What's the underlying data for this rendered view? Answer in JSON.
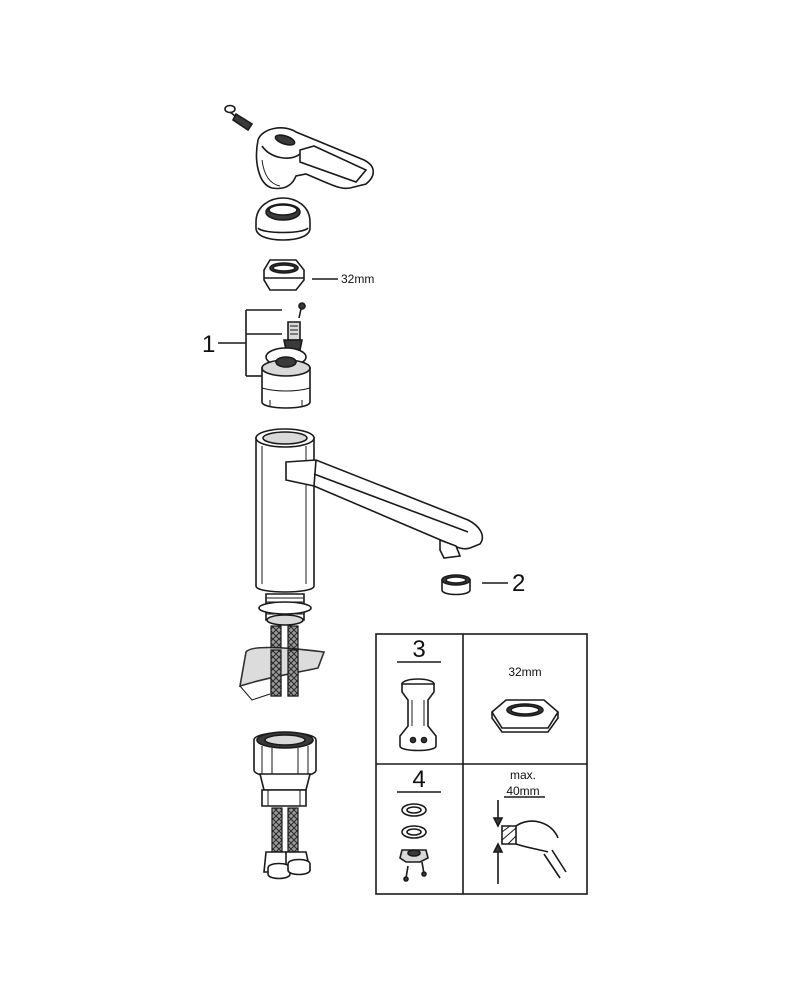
{
  "callouts": {
    "cartridge": "1",
    "aerator": "2",
    "box3": "3",
    "box4": "4"
  },
  "dimensions": {
    "nut_size_main": "32mm",
    "nut_size_box": "32mm",
    "max_label": "max.",
    "max_value": "40mm"
  },
  "colors": {
    "line": "#1a1a1a",
    "shade": "#d9d9d9",
    "dark": "#3a3a3a"
  }
}
